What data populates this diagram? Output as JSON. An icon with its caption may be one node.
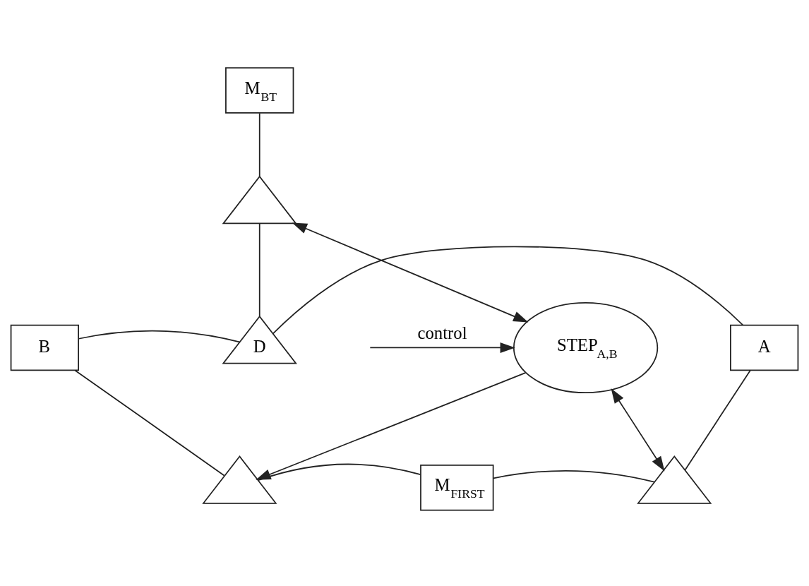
{
  "diagram": {
    "nodes": [
      {
        "text": [
          "M$_{BT}$"
        ]
      },
      {
        "text": [],
        "shape": "triangle"
      },
      {
        "text": [
          "B"
        ]
      },
      {
        "text": [
          "D"
        ]
      },
      {
        "text": [
          "A"
        ]
      },
      {
        "text": [],
        "shape": "triangle"
      },
      {
        "text": [
          "M$_{FIRST}$"
        ]
      },
      {
        "text": [],
        "shape": "triangle"
      },
      {
        "text": [
          "STEP$_{A,B}$"
        ]
      }
    ],
    "edges": [
      {
        "from": 0,
        "to": 1,
        "arrow": "none"
      },
      {
        "from": 1,
        "to": 3,
        "arrow": "none"
      },
      {
        "from": 2,
        "to": 3,
        "arrow": "none"
      },
      {
        "from": 3,
        "to": 4,
        "arrow": "none"
      },
      {
        "from": 2,
        "to": 5,
        "arrow": "none"
      },
      {
        "from": 5,
        "to": 6,
        "arrow": "none"
      },
      {
        "from": 6,
        "to": 7,
        "arrow": "none"
      },
      {
        "from": 7,
        "to": 4,
        "arrow": "none"
      },
      {
        "from": 8,
        "to": 5,
        "arrow": "to"
      },
      {
        "from": 8,
        "to": 7,
        "arrow": "both"
      },
      {
        "from": 8,
        "to": 1,
        "arrow": "both"
      },
      {
        "from": null,
        "to": 8,
        "arrow": "to",
        "label": "control"
      }
    ]
  }
}
